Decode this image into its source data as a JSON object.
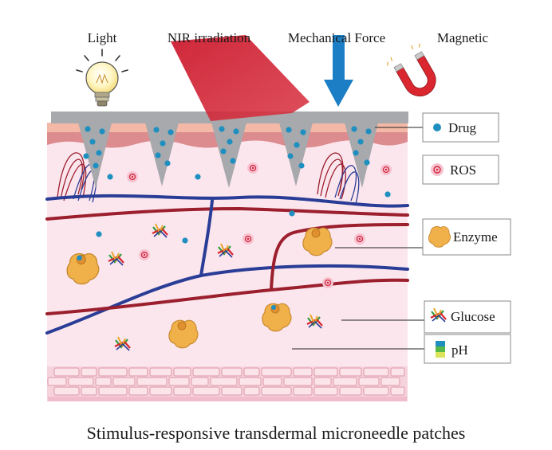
{
  "stimuli": {
    "light": "Light",
    "nir": "NIR irradiation",
    "mechanical": "Mechanical Force",
    "magnetic": "Magnetic"
  },
  "legend": {
    "drug": "Drug",
    "ros": "ROS",
    "enzyme": "Enzyme",
    "glucose": "Glucose",
    "ph": "pH"
  },
  "caption": "Stimulus-responsive transdermal microneedle patches",
  "colors": {
    "tissue": "#fce6ee",
    "skin_top": "#f3b9a6",
    "skin_band": "#dc8b8e",
    "needle": "#a7a9ac",
    "drug": "#1f8fc0",
    "vein": "#2a3d96",
    "artery": "#9b1f2d",
    "laser": "#cc1c2f",
    "arrow": "#1c7fc6",
    "magnet": "#d9262f",
    "enzyme": "#f0b04a",
    "cells_fill": "#f6d3dc",
    "cells_stroke": "#e2a4b4"
  },
  "icons": [
    "light-bulb-icon",
    "nir-beam-icon",
    "force-arrow-icon",
    "magnet-icon",
    "drug-dot-icon",
    "ros-icon",
    "enzyme-icon",
    "glucose-icon",
    "ph-icon"
  ]
}
